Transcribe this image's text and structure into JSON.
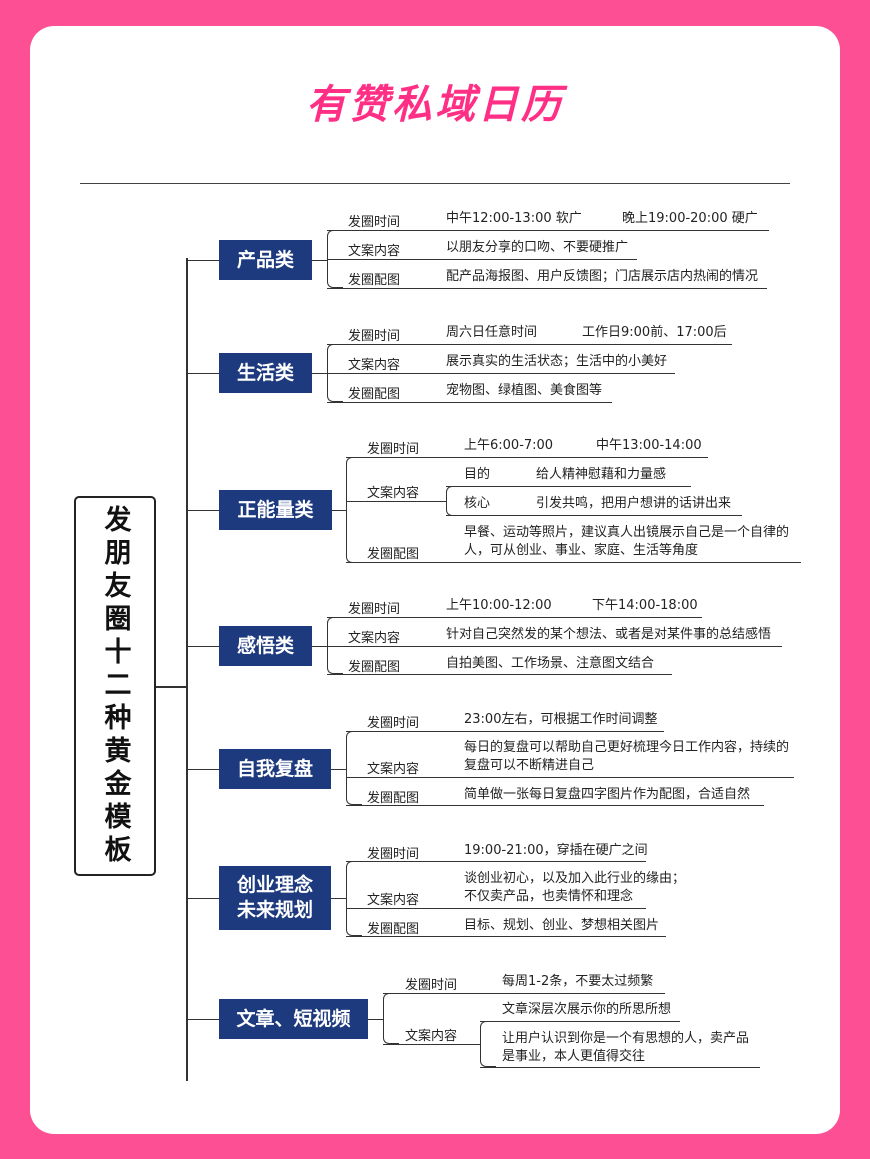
{
  "header": {
    "title": "有赞私域日历"
  },
  "root": {
    "label": "发朋友圈十二种黄金模板"
  },
  "categories": [
    {
      "name": "产品类",
      "rows": [
        {
          "label": "发圈时间",
          "value": "中午12:00-13:00 软广",
          "value2": "晚上19:00-20:00 硬广"
        },
        {
          "label": "文案内容",
          "value": "以朋友分享的口吻、不要硬推广"
        },
        {
          "label": "发圈配图",
          "value": "配产品海报图、用户反馈图；门店展示店内热闹的情况"
        }
      ]
    },
    {
      "name": "生活类",
      "rows": [
        {
          "label": "发圈时间",
          "value": "周六日任意时间",
          "value2": "工作日9:00前、17:00后"
        },
        {
          "label": "文案内容",
          "value": "展示真实的生活状态；生活中的小美好"
        },
        {
          "label": "发圈配图",
          "value": "宠物图、绿植图、美食图等"
        }
      ]
    },
    {
      "name": "正能量类",
      "rows": [
        {
          "label": "发圈时间",
          "value": "上午6:00-7:00",
          "value2": "中午13:00-14:00"
        },
        {
          "label": "文案内容",
          "subs": [
            {
              "label": "目的",
              "value": "给人精神慰藉和力量感"
            },
            {
              "label": "核心",
              "value": "引发共鸣，把用户想讲的话讲出来"
            }
          ]
        },
        {
          "label": "发圈配图",
          "value": "早餐、运动等照片，建议真人出镜展示自己是一个自律的",
          "value2": "人，可从创业、事业、家庭、生活等角度"
        }
      ]
    },
    {
      "name": "感悟类",
      "rows": [
        {
          "label": "发圈时间",
          "value": "上午10:00-12:00",
          "value2": "下午14:00-18:00"
        },
        {
          "label": "文案内容",
          "value": "针对自己突然发的某个想法、或者是对某件事的总结感悟"
        },
        {
          "label": "发圈配图",
          "value": "自拍美图、工作场景、注意图文结合"
        }
      ]
    },
    {
      "name": "自我复盘",
      "rows": [
        {
          "label": "发圈时间",
          "value": "23:00左右，可根据工作时间调整"
        },
        {
          "label": "文案内容",
          "value": "每日的复盘可以帮助自己更好梳理今日工作内容，持续的",
          "value2": "复盘可以不断精进自己"
        },
        {
          "label": "发圈配图",
          "value": "简单做一张每日复盘四字图片作为配图，合适自然"
        }
      ]
    },
    {
      "name": "创业理念",
      "name2": "未来规划",
      "rows": [
        {
          "label": "发圈时间",
          "value": "19:00-21:00，穿插在硬广之间"
        },
        {
          "label": "文案内容",
          "value": "谈创业初心，以及加入此行业的缘由；",
          "value2": "不仅卖产品，也卖情怀和理念"
        },
        {
          "label": "发圈配图",
          "value": "目标、规划、创业、梦想相关图片"
        }
      ]
    },
    {
      "name": "文章、短视频",
      "rows": [
        {
          "label": "发圈时间",
          "value": "每周1-2条，不要太过频繁"
        },
        {
          "label": "文案内容",
          "subs": [
            {
              "value": "文章深层次展示你的所思所想"
            },
            {
              "value": "让用户认识到你是一个有思想的人，卖产品",
              "value2": "是事业，本人更值得交往"
            }
          ]
        }
      ]
    }
  ]
}
